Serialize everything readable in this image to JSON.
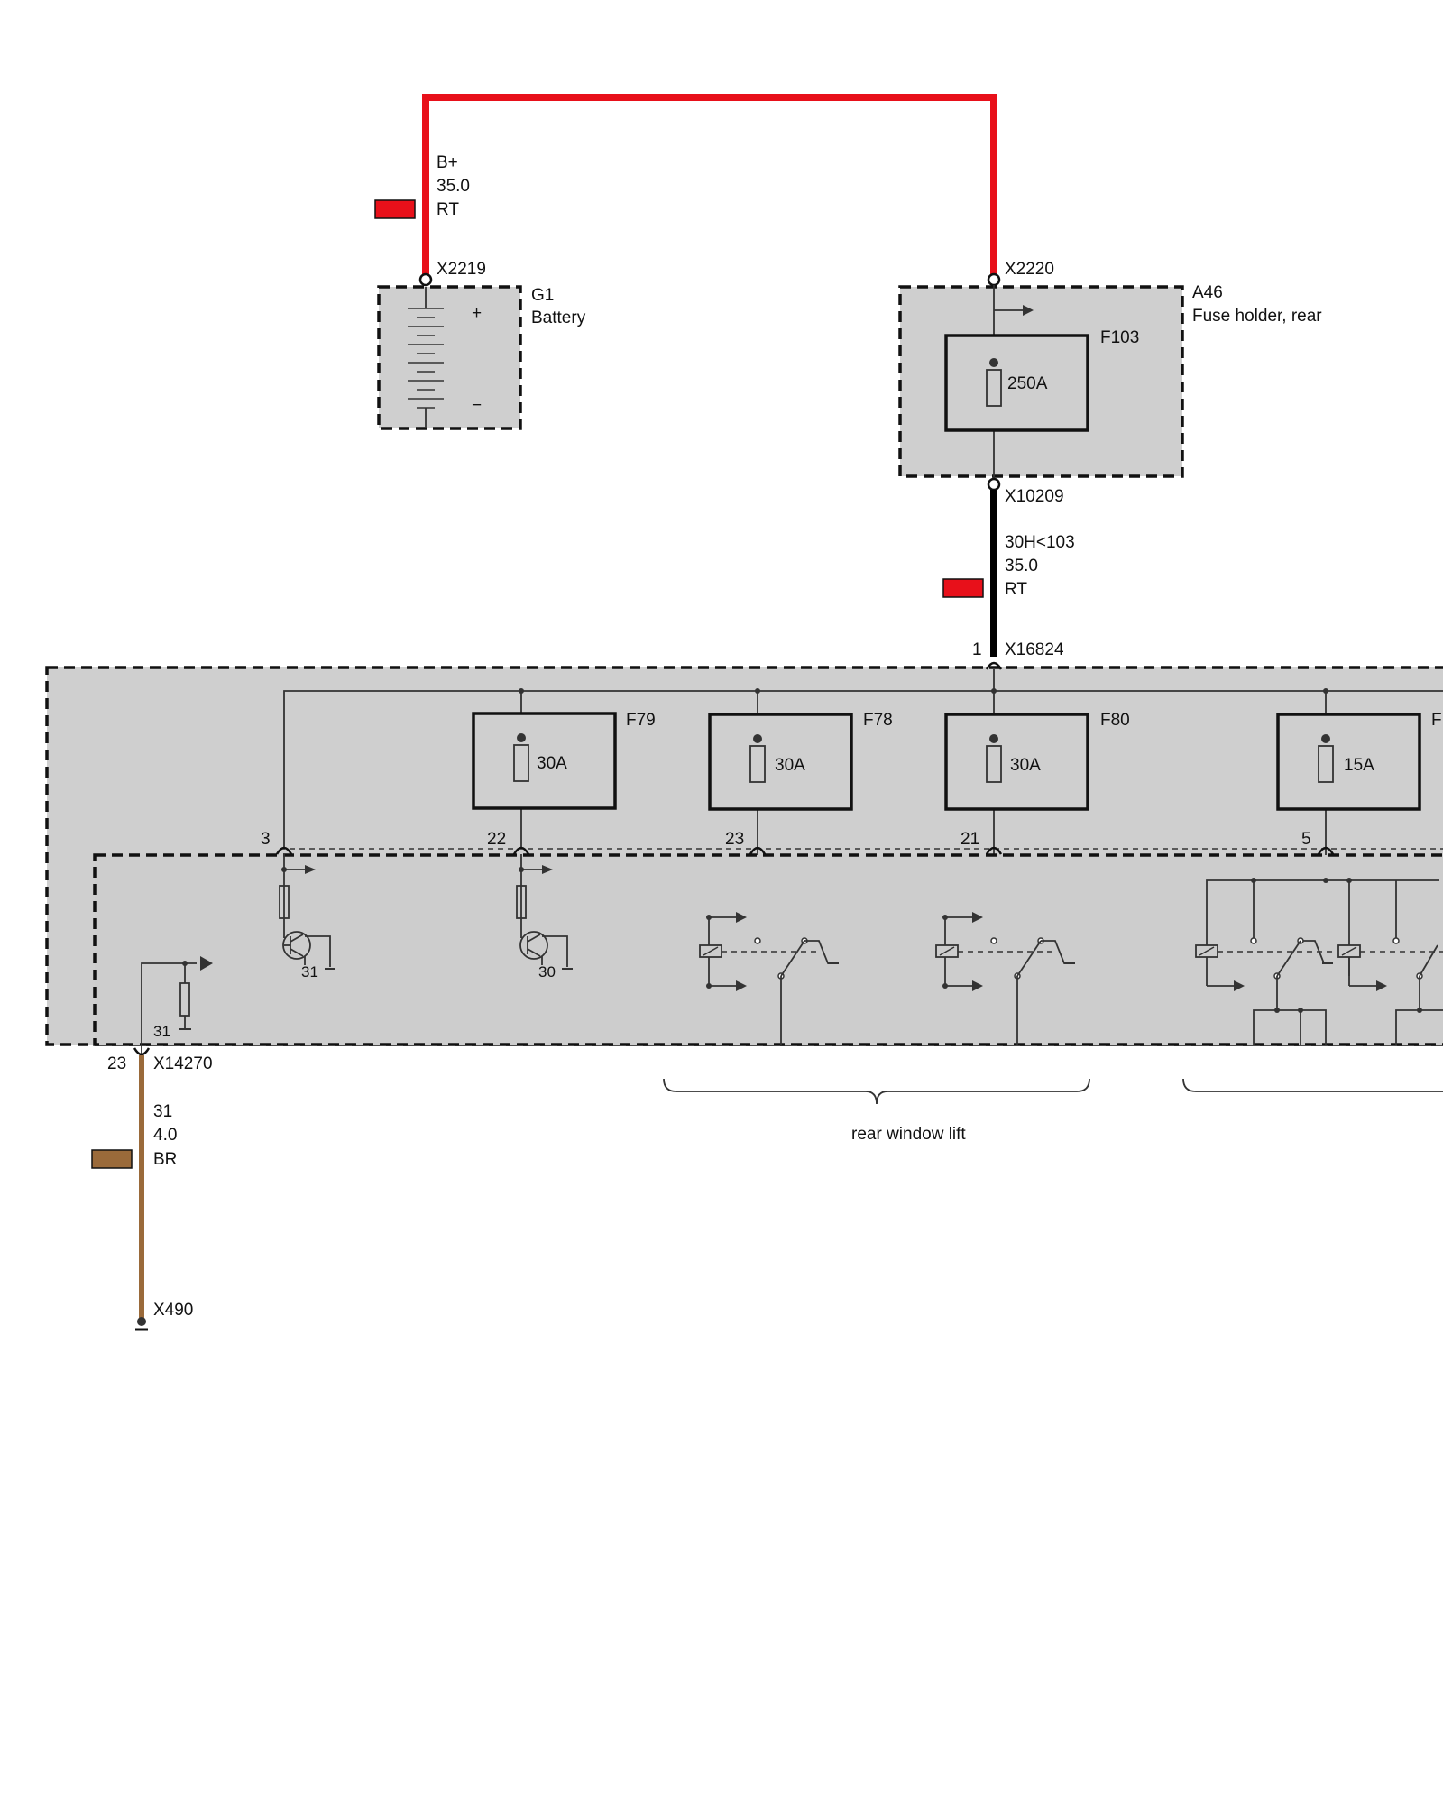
{
  "colors": {
    "wire_rt": "#e8101a",
    "wire_black": "#000000",
    "wire_br": "#9a6a3a",
    "box_fill": "#cfcfcf"
  },
  "wires": {
    "battery_feed": {
      "signal": "B+",
      "size": "35.0",
      "color_code": "RT"
    },
    "fuse_feed": {
      "signal": "30H<103",
      "size": "35.0",
      "color_code": "RT"
    },
    "ground": {
      "signal": "31",
      "size": "4.0",
      "color_code": "BR"
    }
  },
  "connectors": {
    "x2219": "X2219",
    "x2220": "X2220",
    "x10209": "X10209",
    "x16824": "X16824",
    "x16824_pin": "1",
    "x14270": "X14270",
    "x14270_pin": "23",
    "x490": "X490"
  },
  "components": {
    "battery": {
      "id": "G1",
      "name": "Battery",
      "plus": "+",
      "minus": "−"
    },
    "fuse_holder": {
      "id": "A46",
      "name": "Fuse holder, rear"
    },
    "f103": {
      "id": "F103",
      "rating": "250A"
    }
  },
  "fuses": [
    {
      "id": "F79",
      "rating": "30A",
      "pin": "22"
    },
    {
      "id": "F78",
      "rating": "30A",
      "pin": "23"
    },
    {
      "id": "F80",
      "rating": "30A",
      "pin": "21"
    },
    {
      "id": "F",
      "rating": "15A",
      "pin": "5"
    }
  ],
  "misc_pins": {
    "pin3": "3",
    "ground_31_a": "31",
    "ground_30": "30",
    "ground_31_b": "31"
  },
  "labels": {
    "rear_window_lift": "rear window lift"
  }
}
